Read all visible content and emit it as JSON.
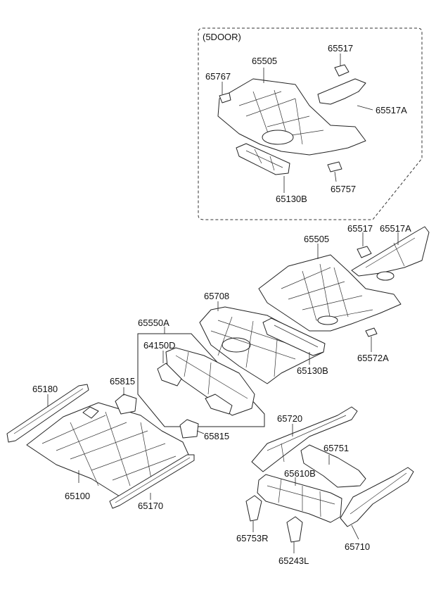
{
  "group_title": "(5DOOR)",
  "labels": {
    "l65505_top": "65505",
    "l65517_top": "65517",
    "l65767": "65767",
    "l65517A_top": "65517A",
    "l65757": "65757",
    "l65130B_top": "65130B",
    "l65505_mid": "65505",
    "l65517_mid": "65517",
    "l65517A_mid": "65517A",
    "l65708": "65708",
    "l65550A": "65550A",
    "l64150D": "64150D",
    "l65130B_mid": "65130B",
    "l65572A": "65572A",
    "l65180": "65180",
    "l65815_a": "65815",
    "l65815_b": "65815",
    "l65720": "65720",
    "l65751": "65751",
    "l65610B": "65610B",
    "l65100": "65100",
    "l65170": "65170",
    "l65753R": "65753R",
    "l65243L": "65243L",
    "l65710": "65710"
  }
}
